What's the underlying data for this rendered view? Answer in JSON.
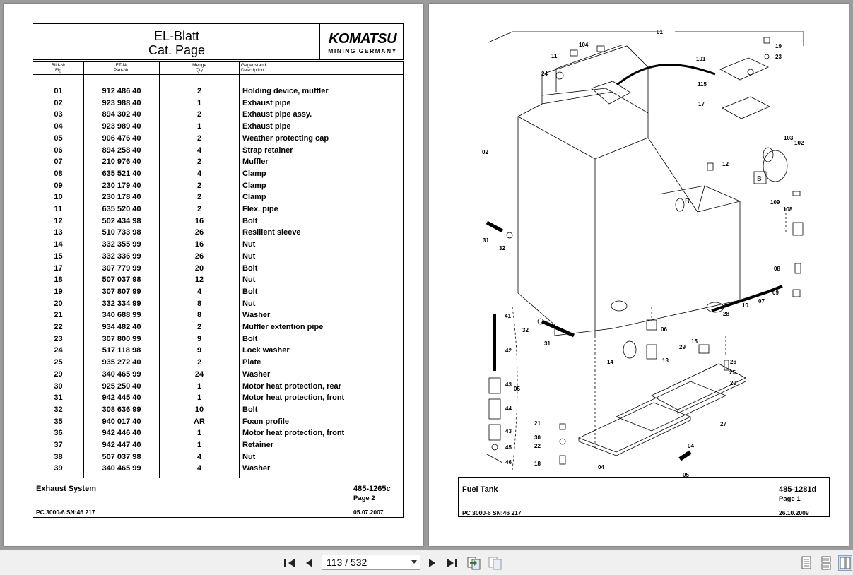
{
  "left_page": {
    "title_line1": "EL-Blatt",
    "title_line2": "Cat. Page",
    "logo_brand": "KOMATSU",
    "logo_sub": "MINING GERMANY",
    "col_headers": {
      "fig_de": "Bild-Nr",
      "fig_en": "Fig",
      "part_de": "ET-Nr",
      "part_en": "Part-No",
      "qty_de": "Menge",
      "qty_en": "Qty",
      "desc_de": "Gegenstand",
      "desc_en": "Description"
    },
    "rows": [
      {
        "fig": "01",
        "part": "912 486 40",
        "qty": "2",
        "desc": "Holding device, muffler"
      },
      {
        "fig": "02",
        "part": "923 988 40",
        "qty": "1",
        "desc": "Exhaust pipe"
      },
      {
        "fig": "03",
        "part": "894 302 40",
        "qty": "2",
        "desc": "Exhaust pipe assy."
      },
      {
        "fig": "04",
        "part": "923 989 40",
        "qty": "1",
        "desc": "Exhaust pipe"
      },
      {
        "fig": "05",
        "part": "906 476 40",
        "qty": "2",
        "desc": "Weather protecting cap"
      },
      {
        "fig": "06",
        "part": "894 258 40",
        "qty": "4",
        "desc": "Strap retainer"
      },
      {
        "fig": "07",
        "part": "210 976 40",
        "qty": "2",
        "desc": "Muffler"
      },
      {
        "fig": "08",
        "part": "635 521 40",
        "qty": "4",
        "desc": "Clamp"
      },
      {
        "fig": "09",
        "part": "230 179 40",
        "qty": "2",
        "desc": "Clamp"
      },
      {
        "fig": "10",
        "part": "230 178 40",
        "qty": "2",
        "desc": "Clamp"
      },
      {
        "fig": "11",
        "part": "635 520 40",
        "qty": "2",
        "desc": "Flex. pipe"
      },
      {
        "fig": "12",
        "part": "502 434 98",
        "qty": "16",
        "desc": "Bolt"
      },
      {
        "fig": "13",
        "part": "510 733 98",
        "qty": "26",
        "desc": "Resilient sleeve"
      },
      {
        "fig": "14",
        "part": "332 355 99",
        "qty": "16",
        "desc": "Nut"
      },
      {
        "fig": "15",
        "part": "332 336 99",
        "qty": "26",
        "desc": "Nut"
      },
      {
        "fig": "17",
        "part": "307 779 99",
        "qty": "20",
        "desc": "Bolt"
      },
      {
        "fig": "18",
        "part": "507 037 98",
        "qty": "12",
        "desc": "Nut"
      },
      {
        "fig": "19",
        "part": "307 807 99",
        "qty": "4",
        "desc": "Bolt"
      },
      {
        "fig": "20",
        "part": "332 334 99",
        "qty": "8",
        "desc": "Nut"
      },
      {
        "fig": "21",
        "part": "340 688 99",
        "qty": "8",
        "desc": "Washer"
      },
      {
        "fig": "22",
        "part": "934 482 40",
        "qty": "2",
        "desc": "Muffler extention pipe"
      },
      {
        "fig": "23",
        "part": "307 800 99",
        "qty": "9",
        "desc": "Bolt"
      },
      {
        "fig": "24",
        "part": "517 118 98",
        "qty": "9",
        "desc": "Lock washer"
      },
      {
        "fig": "25",
        "part": "935 272 40",
        "qty": "2",
        "desc": "Plate"
      },
      {
        "fig": "29",
        "part": "340 465 99",
        "qty": "24",
        "desc": "Washer"
      },
      {
        "fig": "30",
        "part": "925 250 40",
        "qty": "1",
        "desc": "Motor heat protection, rear"
      },
      {
        "fig": "31",
        "part": "942 445 40",
        "qty": "1",
        "desc": "Motor heat protection, front"
      },
      {
        "fig": "32",
        "part": "308 636 99",
        "qty": "10",
        "desc": "Bolt"
      },
      {
        "fig": "35",
        "part": "940 017 40",
        "qty": "AR",
        "desc": "Foam profile"
      },
      {
        "fig": "36",
        "part": "942 446 40",
        "qty": "1",
        "desc": "Motor heat protection, front"
      },
      {
        "fig": "37",
        "part": "942 447 40",
        "qty": "1",
        "desc": "Retainer"
      },
      {
        "fig": "38",
        "part": "507 037 98",
        "qty": "4",
        "desc": "Nut"
      },
      {
        "fig": "39",
        "part": "340 465 99",
        "qty": "4",
        "desc": "Washer"
      }
    ],
    "footer": {
      "title": "Exhaust System",
      "doc_no": "485-1265c",
      "page": "Page 2",
      "model": "PC 3000-6 SN:46 217",
      "date": "05.07.2007"
    }
  },
  "right_page": {
    "footer": {
      "title": "Fuel Tank",
      "doc_no": "485-1281d",
      "page": "Page 1",
      "model": "PC 3000-6 SN:46 217",
      "date": "26.10.2009"
    },
    "callouts": [
      "01",
      "02",
      "04",
      "04",
      "05",
      "05",
      "06",
      "07",
      "08",
      "09",
      "10",
      "11",
      "12",
      "13",
      "14",
      "15",
      "17",
      "18",
      "19",
      "20",
      "21",
      "22",
      "23",
      "24",
      "25",
      "26",
      "27",
      "28",
      "29",
      "30",
      "31",
      "31",
      "32",
      "32",
      "41",
      "42",
      "43",
      "43",
      "44",
      "45",
      "46",
      "101",
      "102",
      "103",
      "104",
      "108",
      "109",
      "115",
      "B",
      "B"
    ]
  },
  "toolbar": {
    "page_indicator": "113 / 532",
    "icons": [
      "first-page-icon",
      "prev-page-icon",
      "next-page-icon",
      "last-page-icon",
      "previous-view-icon",
      "next-view-icon",
      "single-page-view-icon",
      "continuous-view-icon",
      "two-page-view-icon"
    ]
  }
}
